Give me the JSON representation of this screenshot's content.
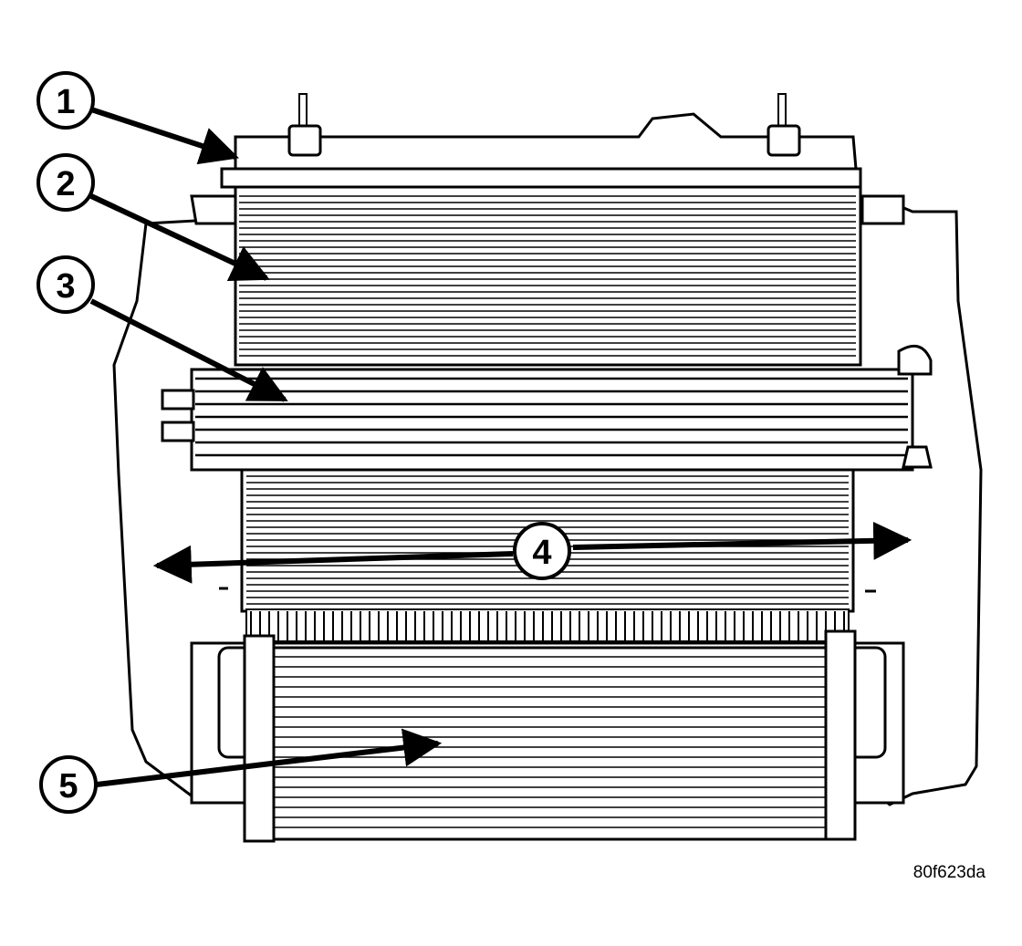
{
  "diagram": {
    "figure_id": "80f623da",
    "callouts": [
      {
        "id": "1",
        "label": "1"
      },
      {
        "id": "2",
        "label": "2"
      },
      {
        "id": "3",
        "label": "3"
      },
      {
        "id": "4",
        "label": "4"
      },
      {
        "id": "5",
        "label": "5"
      }
    ]
  },
  "colors": {
    "ink": "#000000",
    "paper": "#ffffff"
  }
}
